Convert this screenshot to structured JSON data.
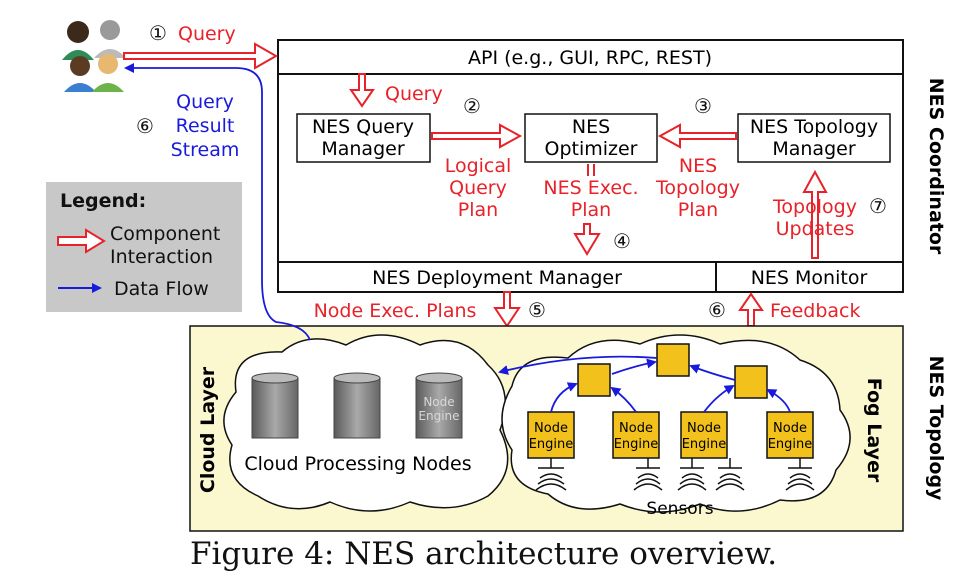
{
  "colors": {
    "interaction": "#e8222a",
    "data_flow": "#1a1adc",
    "topology_bg": "#fbf8cf",
    "node": "#f2c11b",
    "legend_bg": "#c8c8c8"
  },
  "icons": [
    "users-icon",
    "server-rack-icon",
    "sensor-wave-icon"
  ],
  "coordinator": {
    "side_label": "NES Coordinator",
    "api": "API (e.g., GUI, RPC, REST)",
    "query_manager": [
      "NES Query",
      "Manager"
    ],
    "optimizer": [
      "NES",
      "Optimizer"
    ],
    "topology_manager": [
      "NES Topology",
      "Manager"
    ],
    "deployment_manager": "NES Deployment Manager",
    "monitor": "NES Monitor"
  },
  "flows": {
    "query_step": "①",
    "query": "Query",
    "result_step": "⑥",
    "result": [
      "Query",
      "Result",
      "Stream"
    ],
    "internal_query": "Query",
    "step2": "②",
    "logical_plan": [
      "Logical",
      "Query",
      "Plan"
    ],
    "step3": "③",
    "topology_plan": [
      "NES",
      "Topology",
      "Plan"
    ],
    "exec_plan": [
      "NES Exec.",
      "Plan"
    ],
    "step4": "④",
    "topology_updates": [
      "Topology",
      "Updates"
    ],
    "step7": "⑦",
    "node_exec_plans": "Node Exec. Plans",
    "step5": "⑤",
    "step6": "⑥",
    "feedback": "Feedback"
  },
  "legend": {
    "title": "Legend:",
    "component_interaction": [
      "Component",
      "Interaction"
    ],
    "data_flow": "Data Flow"
  },
  "topology": {
    "side_label": "NES Topology",
    "cloud_layer": "Cloud Layer",
    "fog_layer": "Fog Layer",
    "cloud_nodes": "Cloud Processing Nodes",
    "node_engine": [
      "Node",
      "Engine"
    ],
    "server_watermark": [
      "Node",
      "Engine"
    ],
    "sensors": "Sensors"
  },
  "caption": "Figure 4: NES architecture overview."
}
